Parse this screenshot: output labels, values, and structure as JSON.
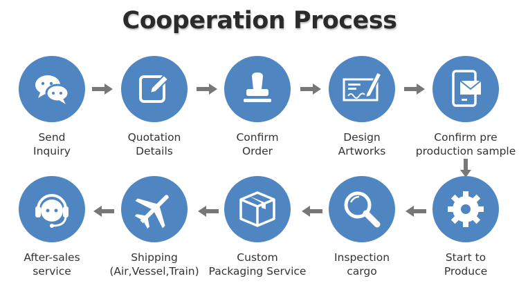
{
  "title": "Cooperation Process",
  "colors": {
    "circle": "#4f86c2",
    "arrow": "#777777",
    "icon": "#ffffff"
  },
  "steps": [
    {
      "icon": "chat-bubbles-icon",
      "lines": [
        "Send",
        "Inquiry"
      ]
    },
    {
      "icon": "edit-note-icon",
      "lines": [
        "Quotation",
        "Details"
      ]
    },
    {
      "icon": "stamp-icon",
      "lines": [
        "Confirm",
        "Order"
      ]
    },
    {
      "icon": "check-signature-icon",
      "lines": [
        "Design",
        "Artworks"
      ]
    },
    {
      "icon": "phone-mail-icon",
      "lines": [
        "Confirm pre",
        "production sample"
      ]
    },
    {
      "icon": "gear-icon",
      "lines": [
        "Start to",
        "Produce"
      ]
    },
    {
      "icon": "magnifier-icon",
      "lines": [
        "Inspection",
        "cargo"
      ]
    },
    {
      "icon": "box-icon",
      "lines": [
        "Custom",
        "Packaging Service"
      ]
    },
    {
      "icon": "airplane-icon",
      "lines": [
        "Shipping",
        "(Air,Vessel,Train)"
      ]
    },
    {
      "icon": "headset-icon",
      "lines": [
        "After-sales",
        "service"
      ]
    }
  ]
}
